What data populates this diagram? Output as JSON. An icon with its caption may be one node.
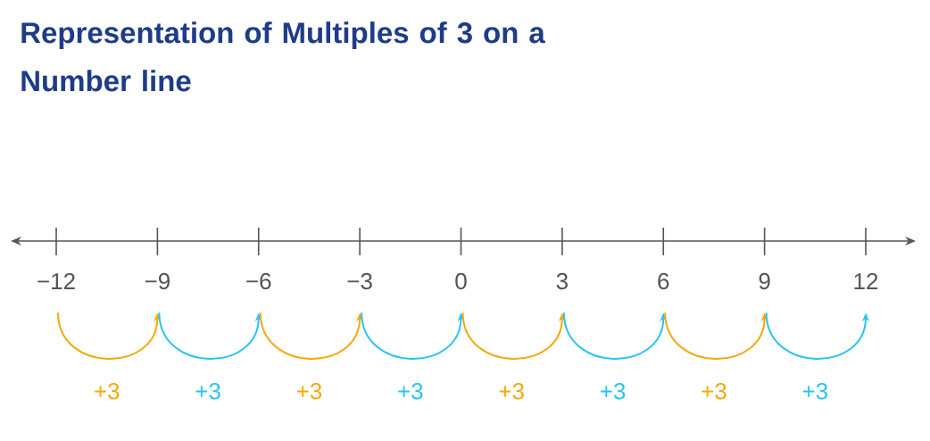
{
  "diagram": {
    "title": "Representation of Multiples of 3 on a Number line",
    "nodes": [
      {
        "text": [
          "−12"
        ]
      },
      {
        "text": [
          "−9"
        ]
      },
      {
        "text": [
          "−6"
        ]
      },
      {
        "text": [
          "−3"
        ]
      },
      {
        "text": [
          "0"
        ]
      },
      {
        "text": [
          "3"
        ]
      },
      {
        "text": [
          "6"
        ]
      },
      {
        "text": [
          "9"
        ]
      },
      {
        "text": [
          "12"
        ]
      }
    ],
    "edges": [
      {
        "from": 0,
        "to": 1,
        "arrow": "to",
        "label": "+3",
        "color": "#f5a90a"
      },
      {
        "from": 1,
        "to": 2,
        "arrow": "to",
        "label": "+3",
        "color": "#2ac4f4"
      },
      {
        "from": 2,
        "to": 3,
        "arrow": "to",
        "label": "+3",
        "color": "#f5a90a"
      },
      {
        "from": 3,
        "to": 4,
        "arrow": "to",
        "label": "+3",
        "color": "#2ac4f4"
      },
      {
        "from": 4,
        "to": 5,
        "arrow": "to",
        "label": "+3",
        "color": "#f5a90a"
      },
      {
        "from": 5,
        "to": 6,
        "arrow": "to",
        "label": "+3",
        "color": "#2ac4f4"
      },
      {
        "from": 6,
        "to": 7,
        "arrow": "to",
        "label": "+3",
        "color": "#f5a90a"
      },
      {
        "from": 7,
        "to": 8,
        "arrow": "to",
        "label": "+3",
        "color": "#2ac4f4"
      }
    ]
  }
}
